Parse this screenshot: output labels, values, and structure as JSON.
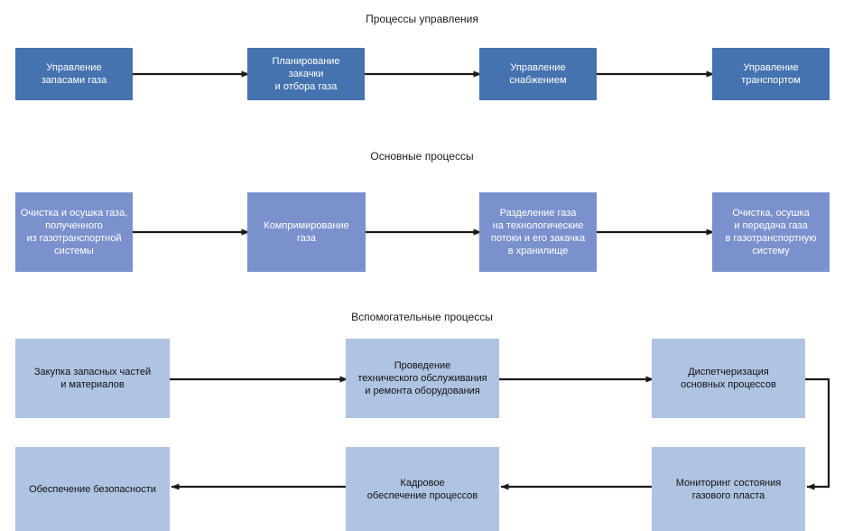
{
  "diagram": {
    "title_management": "Процессы управления",
    "title_core": "Основные процессы",
    "title_support": "Вспомогательные процессы",
    "colors": {
      "management_box": "#4573B0",
      "core_box": "#7B91CE",
      "support_box": "#AFC3E2",
      "management_text": "#FFFFFF",
      "core_text": "#FFFFFF",
      "support_text": "#111111",
      "connector": "#1A1A1A",
      "background": "#FFFFFF"
    },
    "sections": [
      {
        "id": "management",
        "title": "Процессы управления",
        "nodes": [
          {
            "id": "mgmt-1",
            "lines": [
              "Управление",
              "запасами газа"
            ],
            "text": "Управление\nзапасами газа"
          },
          {
            "id": "mgmt-2",
            "lines": [
              "Планирование",
              "закачки",
              "и отбора газа"
            ],
            "text": "Планирование\nзакачки\nи отбора газа"
          },
          {
            "id": "mgmt-3",
            "lines": [
              "Управление",
              "снабжением"
            ],
            "text": "Управление\nснабжением"
          },
          {
            "id": "mgmt-4",
            "lines": [
              "Управление",
              "транспортом"
            ],
            "text": "Управление\nтранспортом"
          }
        ],
        "edges": [
          {
            "from": "mgmt-1",
            "to": "mgmt-2",
            "style": "straight-right"
          },
          {
            "from": "mgmt-2",
            "to": "mgmt-3",
            "style": "straight-right"
          },
          {
            "from": "mgmt-3",
            "to": "mgmt-4",
            "style": "straight-right"
          }
        ]
      },
      {
        "id": "core",
        "title": "Основные процессы",
        "nodes": [
          {
            "id": "core-1",
            "lines": [
              "Очистка и осушка газа,",
              "полученного",
              "из газотранспортной",
              "системы"
            ],
            "text": "Очистка и осушка газа,\nполученного\nиз газотранспортной\nсистемы"
          },
          {
            "id": "core-2",
            "lines": [
              "Компримирование",
              "газа"
            ],
            "text": "Компримирование\nгаза"
          },
          {
            "id": "core-3",
            "lines": [
              "Разделение газа",
              "на технологические",
              "потоки и его закачка",
              "в хранилище"
            ],
            "text": "Разделение газа\nна технологические\nпотоки и его закачка\nв хранилище"
          },
          {
            "id": "core-4",
            "lines": [
              "Очистка, осушка",
              "и передача газа",
              "в газотранспортную",
              "систему"
            ],
            "text": "Очистка, осушка\nи передача газа\nв газотранспортную\nсистему"
          }
        ],
        "edges": [
          {
            "from": "core-1",
            "to": "core-2",
            "style": "straight-right"
          },
          {
            "from": "core-2",
            "to": "core-3",
            "style": "straight-right"
          },
          {
            "from": "core-3",
            "to": "core-4",
            "style": "straight-right"
          }
        ]
      },
      {
        "id": "support",
        "title": "Вспомогательные процессы",
        "nodes": [
          {
            "id": "sup-1",
            "lines": [
              "Закупка запасных частей",
              "и материалов"
            ],
            "text": "Закупка запасных частей\nи материалов"
          },
          {
            "id": "sup-2",
            "lines": [
              "Проведение",
              "технического обслуживания",
              "и ремонта оборудования"
            ],
            "text": "Проведение\nтехнического обслуживания\nи ремонта оборудования"
          },
          {
            "id": "sup-3",
            "lines": [
              "Диспетчеризация",
              "основных процессов"
            ],
            "text": "Диспетчеризация\nосновных процессов"
          },
          {
            "id": "sup-4",
            "lines": [
              "Мониторинг состояния",
              "газового пласта"
            ],
            "text": "Мониторинг состояния\nгазового пласта"
          },
          {
            "id": "sup-5",
            "lines": [
              "Кадровое",
              "обеспечение процессов"
            ],
            "text": "Кадровое\nобеспечение процессов"
          },
          {
            "id": "sup-6",
            "lines": [
              "Обеспечение безопасности"
            ],
            "text": "Обеспечение безопасности"
          }
        ],
        "edges": [
          {
            "from": "sup-1",
            "to": "sup-2",
            "style": "straight-right"
          },
          {
            "from": "sup-2",
            "to": "sup-3",
            "style": "straight-right"
          },
          {
            "from": "sup-3",
            "to": "sup-4",
            "style": "elbow-right-down-left"
          },
          {
            "from": "sup-4",
            "to": "sup-5",
            "style": "straight-left"
          },
          {
            "from": "sup-5",
            "to": "sup-6",
            "style": "straight-left"
          }
        ]
      }
    ]
  }
}
